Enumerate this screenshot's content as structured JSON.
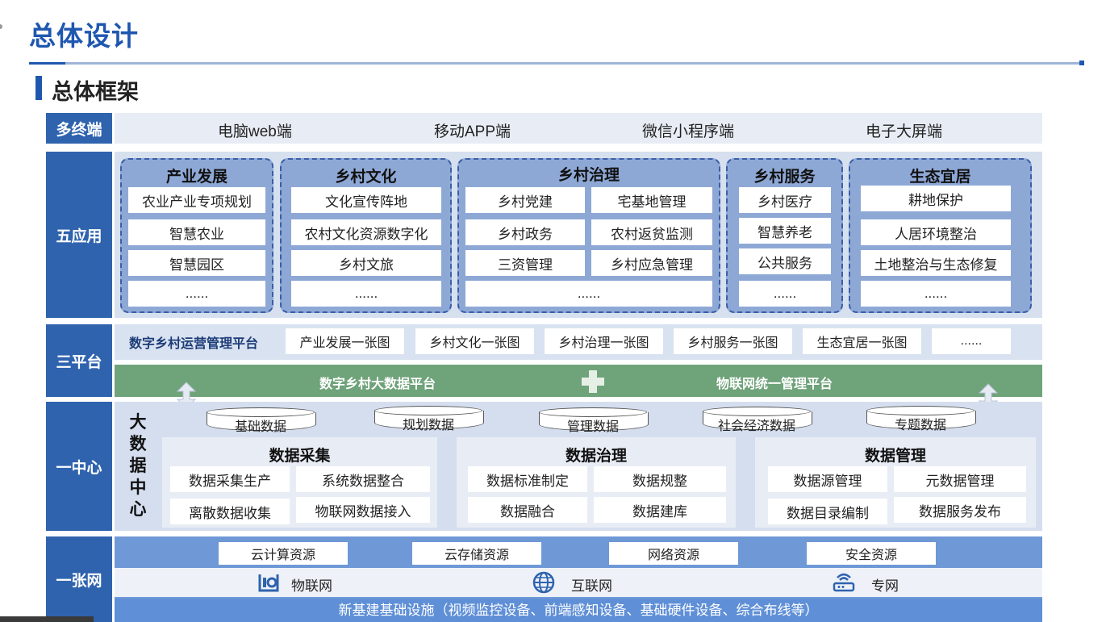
{
  "header": {
    "title": "总体设计",
    "subtitle": "总体框架"
  },
  "bands": {
    "terminals": "多终端",
    "apps": "五应用",
    "platforms": "三平台",
    "center": "一中心",
    "network": "一张网"
  },
  "terminals": [
    "电脑web端",
    "移动APP端",
    "微信小程序端",
    "电子大屏端"
  ],
  "apps": [
    {
      "title": "产业发展",
      "items": [
        "农业产业专项规划",
        "智慧农业",
        "智慧园区",
        "......"
      ]
    },
    {
      "title": "乡村文化",
      "items": [
        "文化宣传阵地",
        "农村文化资源数字化",
        "乡村文旅",
        "......"
      ]
    },
    {
      "title": "乡村治理",
      "items": [
        "乡村党建",
        "宅基地管理",
        "乡村政务",
        "农村返贫监测",
        "三资管理",
        "乡村应急管理",
        "......"
      ]
    },
    {
      "title": "乡村服务",
      "items": [
        "乡村医疗",
        "智慧养老",
        "公共服务",
        "......"
      ]
    },
    {
      "title": "生态宜居",
      "items": [
        "耕地保护",
        "人居环境整治",
        "土地整治与生态修复",
        "......"
      ]
    }
  ],
  "platforms": {
    "ops_platform": "数字乡村运营管理平台",
    "maps": [
      "产业发展一张图",
      "乡村文化一张图",
      "乡村治理一张图",
      "乡村服务一张图",
      "生态宜居一张图",
      "......"
    ],
    "bigdata_platform": "数字乡村大数据平台",
    "iot_platform": "物联网统一管理平台"
  },
  "center": {
    "label": "大数据中心",
    "label_chars": [
      "大",
      "数",
      "据",
      "中",
      "心"
    ],
    "databases": [
      "基础数据",
      "规划数据",
      "管理数据",
      "社会经济数据",
      "专题数据"
    ],
    "panels": [
      {
        "title": "数据采集",
        "items": [
          "数据采集生产",
          "系统数据整合",
          "离散数据收集",
          "物联网数据接入"
        ]
      },
      {
        "title": "数据治理",
        "items": [
          "数据标准制定",
          "数据规整",
          "数据融合",
          "数据建库"
        ]
      },
      {
        "title": "数据管理",
        "items": [
          "数据源管理",
          "元数据管理",
          "数据目录编制",
          "数据服务发布"
        ]
      }
    ]
  },
  "network": {
    "resources": [
      "云计算资源",
      "云存储资源",
      "网络资源",
      "安全资源"
    ],
    "nets": [
      {
        "label": "物联网",
        "icon": "iot-icon"
      },
      {
        "label": "互联网",
        "icon": "globe-icon"
      },
      {
        "label": "专网",
        "icon": "router-icon"
      }
    ],
    "infrastructure": "新基建基础设施（视频监控设备、前端感知设备、基础硬件设备、综合布线等）"
  },
  "colors": {
    "band": "#2f63ae",
    "app_group": "#8ea8d6",
    "green_bar": "#6fa37a",
    "network": "#6f98d6",
    "title": "#1f57b0"
  }
}
